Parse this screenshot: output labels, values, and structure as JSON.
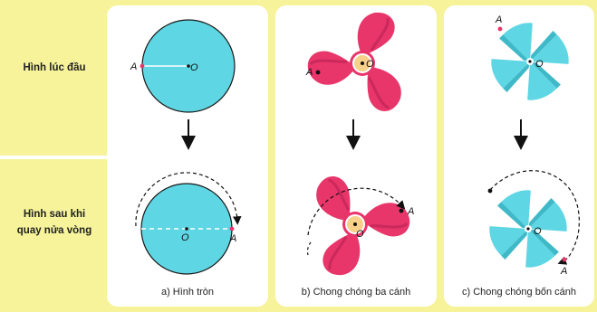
{
  "rows": {
    "initial_label": "Hình lúc đầu",
    "after_label_line1": "Hình sau khi",
    "after_label_line2": "quay nửa vòng"
  },
  "panels": [
    {
      "caption": "a) Hình tròn"
    },
    {
      "caption": "b) Chong chóng ba cánh"
    },
    {
      "caption": "c) Chong chóng bốn cánh"
    }
  ],
  "points": {
    "center": "O",
    "marked": "A"
  },
  "colors": {
    "background": "#f6f39a",
    "circle_fill": "#5fd6e3",
    "three_blade_fill": "#e8356a",
    "three_blade_hub": "#f7d08a",
    "four_blade_fill": "#5fd6e3",
    "marker": "#e8356a"
  }
}
